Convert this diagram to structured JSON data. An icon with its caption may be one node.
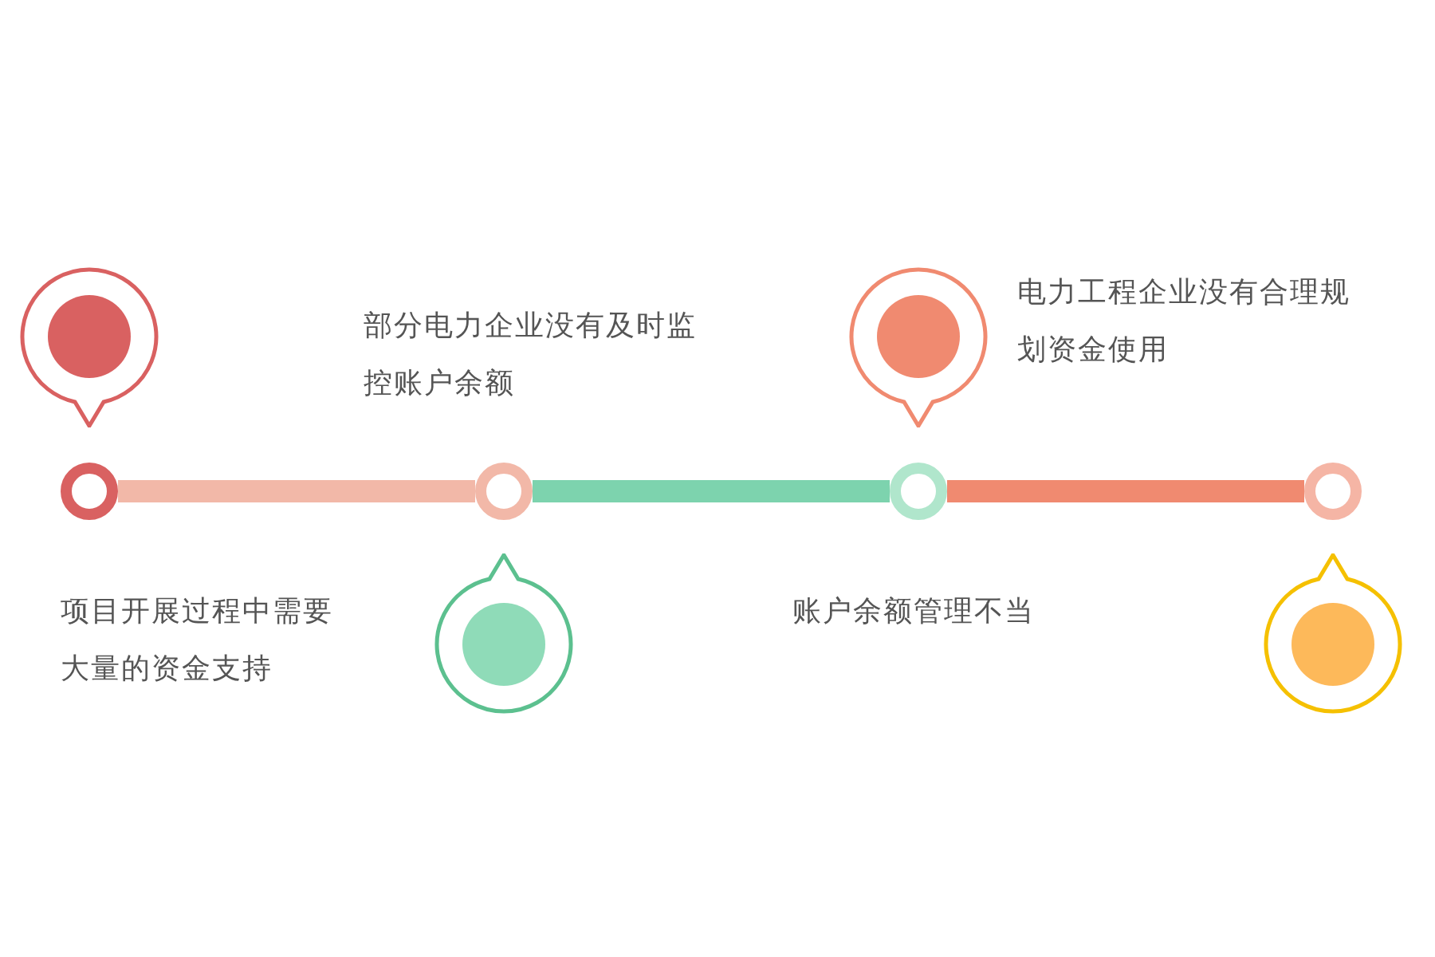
{
  "diagram": {
    "nodes": [
      {
        "text": [],
        "shape": "circle"
      },
      {
        "text": [],
        "shape": "circle"
      },
      {
        "text": [],
        "shape": "circle"
      },
      {
        "text": [],
        "shape": "circle"
      },
      {
        "text": [],
        "shape": "marker"
      },
      {
        "text": [],
        "shape": "marker"
      },
      {
        "text": [],
        "shape": "marker"
      },
      {
        "text": [],
        "shape": "marker"
      }
    ],
    "edges": [
      {
        "from": 0,
        "to": 1,
        "arrow": "none",
        "color": "#f2b8a8"
      },
      {
        "from": 1,
        "to": 2,
        "arrow": "none",
        "color": "#7dd3ae"
      },
      {
        "from": 2,
        "to": 3,
        "arrow": "none",
        "color": "#f08a70"
      }
    ],
    "labels": [
      "项目开展过程中需要大量的资金支持",
      "部分电力企业没有及时监控账户余额",
      "账户余额管理不当",
      "电力工程企业没有合理规划资金使用"
    ]
  }
}
